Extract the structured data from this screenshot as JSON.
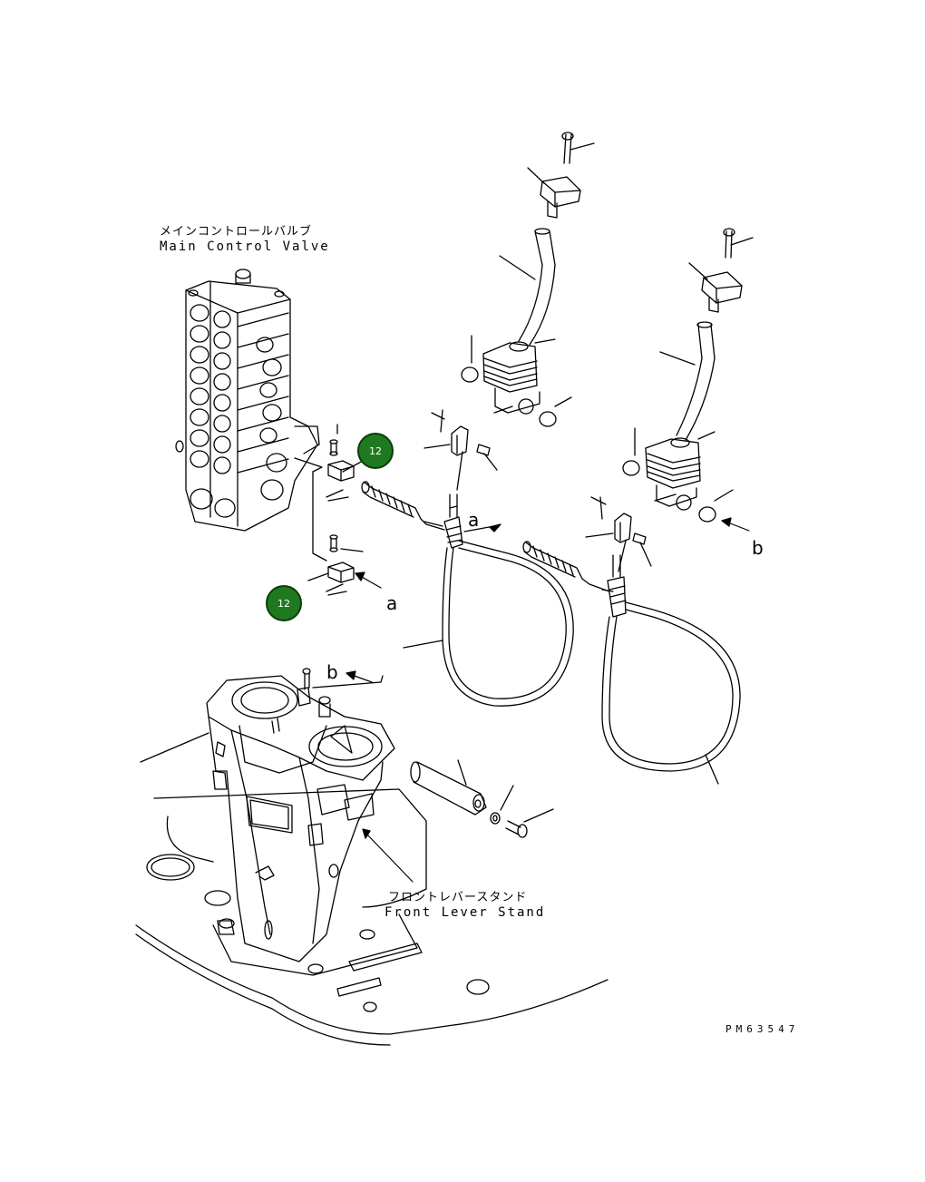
{
  "labels": {
    "main_valve_jp": "メインコントロールバルブ",
    "main_valve_en": "Main Control Valve",
    "lever_stand_jp": "フロントレバースタンド",
    "lever_stand_en": "Front Lever Stand",
    "drawing_code": "PM63547"
  },
  "markers": {
    "a_left": "a",
    "a_right": "a",
    "b_right": "b",
    "b_stand": "b"
  },
  "callouts": [
    {
      "ref": "12"
    },
    {
      "ref": "12"
    }
  ],
  "colors": {
    "callout_fill": "#1f7a1f",
    "line": "#000000"
  }
}
